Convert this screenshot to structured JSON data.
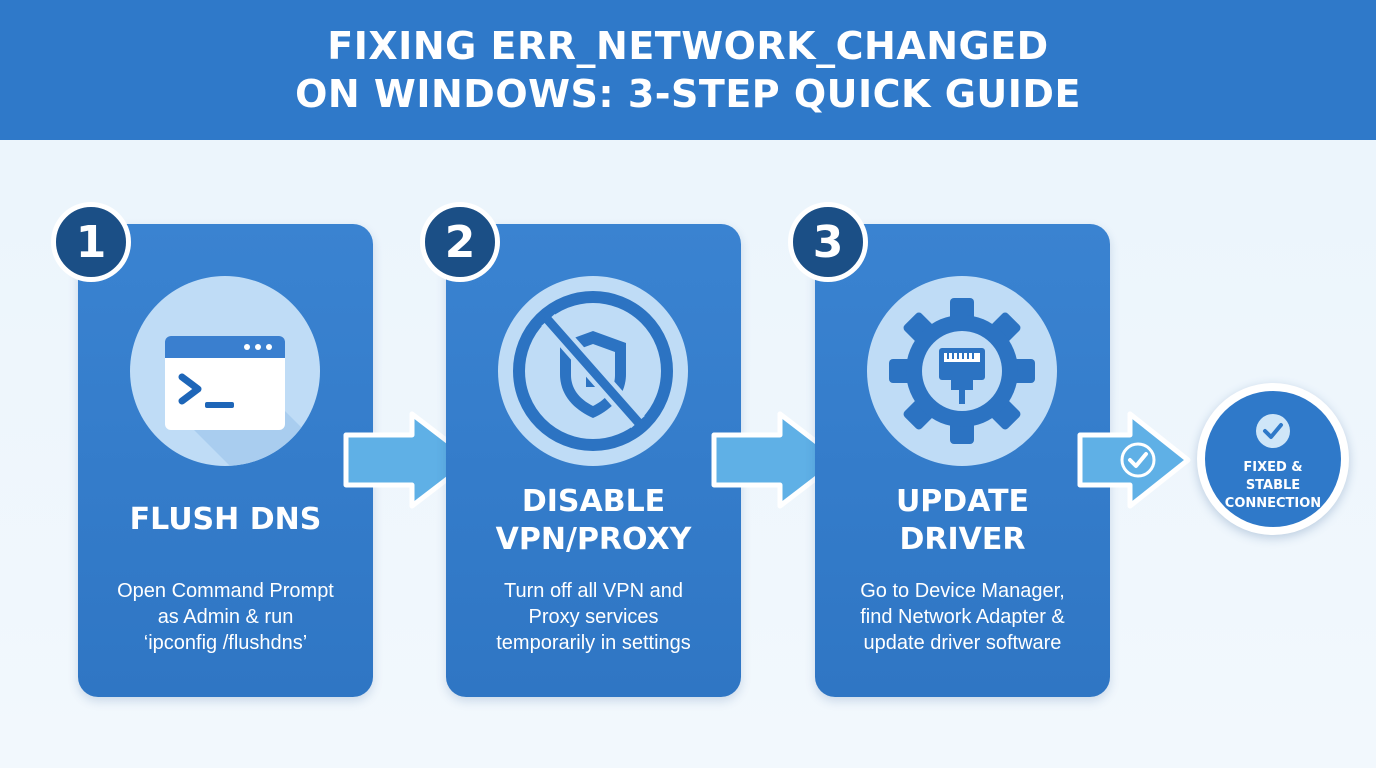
{
  "header": {
    "title_line1": "FIXING ERR_NETWORK_CHANGED",
    "title_line2": "ON WINDOWS: 3-STEP QUICK GUIDE"
  },
  "steps": [
    {
      "number": "1",
      "title": "FLUSH DNS",
      "title_line2": "",
      "desc_lines": [
        "Open Command Prompt",
        "as Admin & run",
        "‘ipconfig /flushdns’"
      ],
      "icon": "terminal-window-icon"
    },
    {
      "number": "2",
      "title": "DISABLE",
      "title_line2": "VPN/PROXY",
      "desc_lines": [
        "Turn off all VPN and",
        "Proxy services",
        "temporarily in settings"
      ],
      "icon": "no-vpn-shield-icon"
    },
    {
      "number": "3",
      "title": "UPDATE",
      "title_line2": "DRIVER",
      "desc_lines": [
        "Go to Device Manager,",
        "find Network Adapter &",
        "update driver software"
      ],
      "icon": "gear-network-port-icon"
    }
  ],
  "result": {
    "line1": "FIXED &",
    "line2": "STABLE",
    "line3": "CONNECTION",
    "icon": "check-circle-icon"
  },
  "colors": {
    "header_blue": "#2f79c9",
    "card_blue": "#3a83d1",
    "badge_navy": "#1b4f86",
    "arrow_light": "#5fb0e6",
    "icon_circle": "#bfdcf6"
  }
}
